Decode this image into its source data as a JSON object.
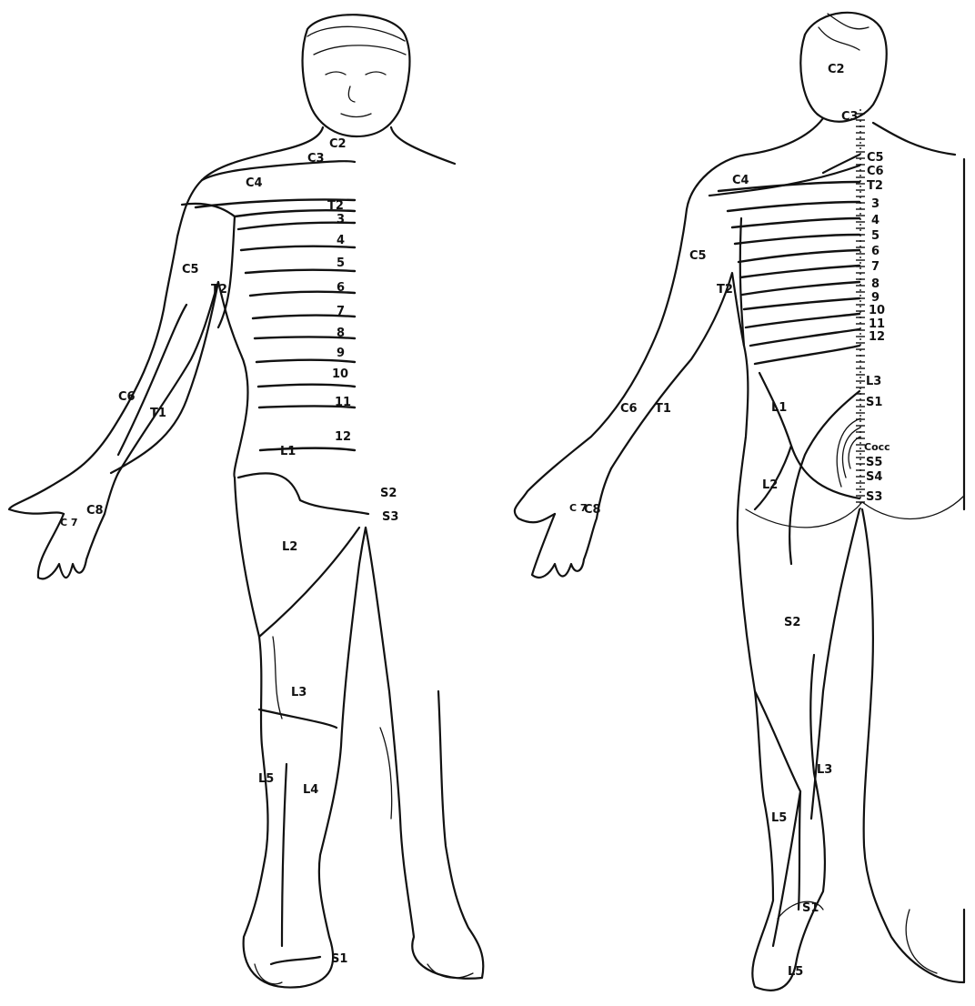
{
  "front": {
    "labels": {
      "c2": "C2",
      "c3": "C3",
      "c4": "C4",
      "c5": "C5",
      "c6": "C6",
      "c7": "C\n7",
      "c8": "C8",
      "t1": "T1",
      "t2": "T2",
      "t2_arm": "T2",
      "t3": "3",
      "t4": "4",
      "t5": "5",
      "t6": "6",
      "t7": "7",
      "t8": "8",
      "t9": "9",
      "t10": "10",
      "t11": "11",
      "t12": "12",
      "l1": "L1",
      "l2": "L2",
      "l3": "L3",
      "l4": "L4",
      "l5": "L5",
      "s1": "S1",
      "s2": "S2",
      "s3": "S3"
    }
  },
  "back": {
    "labels": {
      "c2": "C2",
      "c3": "C3",
      "c4": "C4",
      "c5": "C5",
      "c6": "C6",
      "c7": "C\n7",
      "c8": "C8",
      "c5_spine": "C5",
      "c6_spine": "C6",
      "t1": "T1",
      "t2": "T2",
      "t2_spine": "T2",
      "s3": "3",
      "s4": "4",
      "s5": "5",
      "s6": "6",
      "s7": "7",
      "s8": "8",
      "s9": "9",
      "s10": "10",
      "s11": "11",
      "s12": "12",
      "l1": "L1",
      "l2": "L2",
      "l3": "L3",
      "l3_leg": "L3",
      "l5": "L5",
      "l5_foot": "L5",
      "s1": "S1",
      "s1_heel": "S1",
      "s2": "S2",
      "s3_sp": "S3",
      "s4_sp": "S4",
      "s5_sp": "S5",
      "cocc": "Cocc"
    }
  }
}
